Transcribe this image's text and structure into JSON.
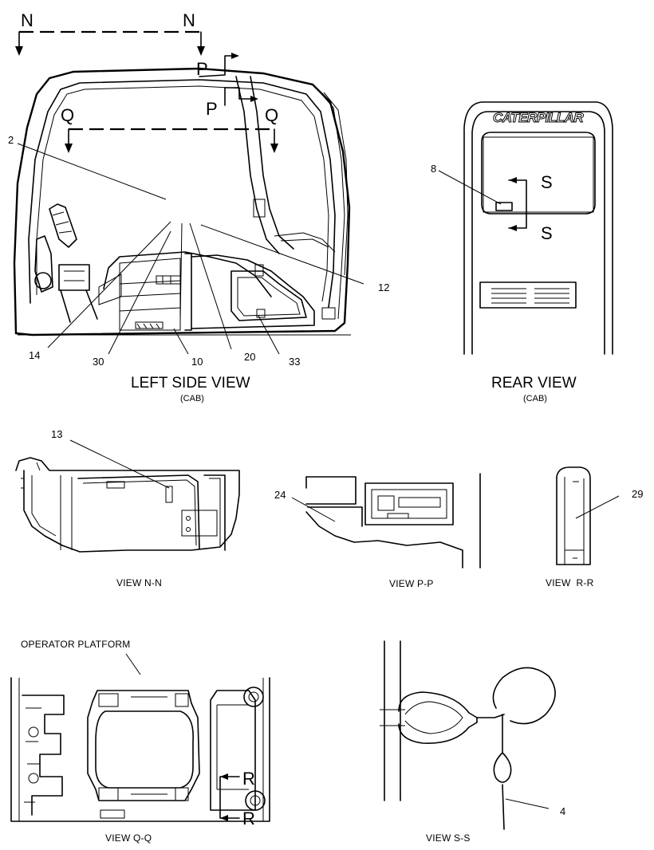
{
  "views": {
    "left_side": {
      "title": "LEFT SIDE VIEW",
      "sub": "(CAB)"
    },
    "rear": {
      "title": "REAR VIEW",
      "sub": "(CAB)",
      "logo": "CATERPILLAR"
    },
    "nn": {
      "caption": "VIEW N-N"
    },
    "pp": {
      "caption": "VIEW P-P"
    },
    "rr": {
      "caption": "VIEW  R-R"
    },
    "qq": {
      "caption": "VIEW Q-Q",
      "platform": "OPERATOR PLATFORM"
    },
    "ss": {
      "caption": "VIEW S-S"
    }
  },
  "section_letters": {
    "n_left": "N",
    "n_right": "N",
    "p_top": "P",
    "p_bottom": "P",
    "q_left": "Q",
    "q_right": "Q",
    "s_top": "S",
    "s_bottom": "S",
    "r_top": "R",
    "r_bottom": "R"
  },
  "callouts": {
    "c2": "2",
    "c8": "8",
    "c12": "12",
    "c14": "14",
    "c30": "30",
    "c10": "10",
    "c20": "20",
    "c33": "33",
    "c13": "13",
    "c24": "24",
    "c29": "29",
    "c4": "4"
  },
  "colors": {
    "line": "#000000",
    "background": "#ffffff"
  }
}
